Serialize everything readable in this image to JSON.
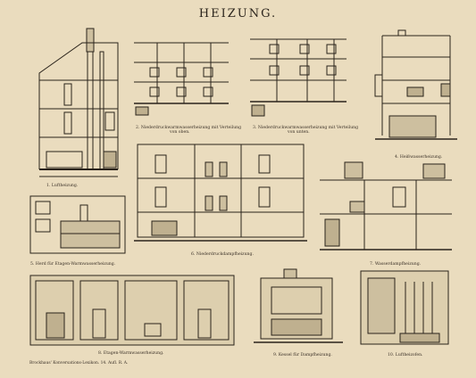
{
  "title": "HEIZUNG.",
  "captions": {
    "f1": "1. Luftheizung.",
    "f2a": "2. Niederdruckwarmwasserheizung mit Verteilung",
    "f2b": "von oben.",
    "f3a": "3. Niederdruckwarmwasserheizung mit Verteilung",
    "f3b": "von unten.",
    "f4": "4. Heißwasserheizung.",
    "f5": "5. Herd für Etagen-Warmwasserheizung.",
    "f6": "6. Niederdruckdampfheizung.",
    "f7": "7. Wasserdampfheizung.",
    "f8": "8. Etagen-Warmwasserheizung.",
    "f9": "9. Kessel für Dampfheizung.",
    "f10": "10. Luftheizofen."
  },
  "footer": "Brockhaus' Konversations-Lexikon. 14. Aufl. R. A.",
  "colors": {
    "paper": "#eadcbe",
    "ink": "#2a231b"
  }
}
